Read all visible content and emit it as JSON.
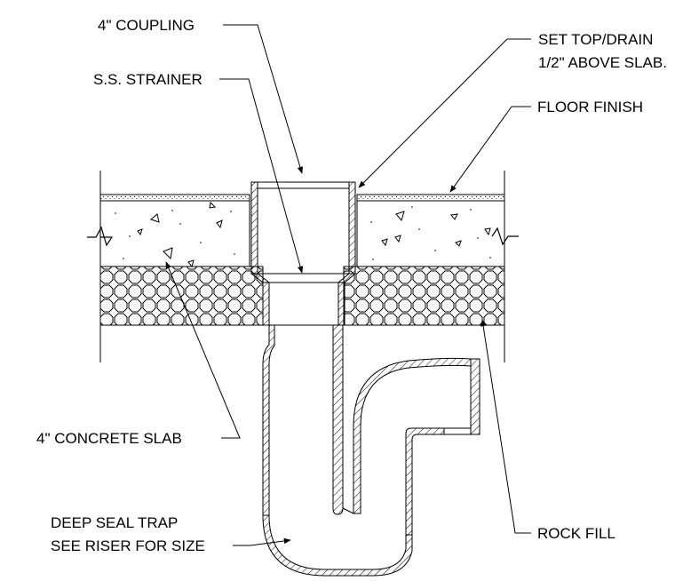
{
  "labels": {
    "coupling": "4\" COUPLING",
    "strainer": "S.S. STRAINER",
    "set_top_line1": "SET TOP/DRAIN",
    "set_top_line2": "1/2\" ABOVE SLAB.",
    "floor_finish": "FLOOR FINISH",
    "concrete_slab": "4\" CONCRETE SLAB",
    "trap_line1": "DEEP SEAL TRAP",
    "trap_line2": "SEE RISER FOR SIZE",
    "rock_fill": "ROCK FILL"
  },
  "colors": {
    "line": "#000000",
    "background": "#ffffff"
  }
}
